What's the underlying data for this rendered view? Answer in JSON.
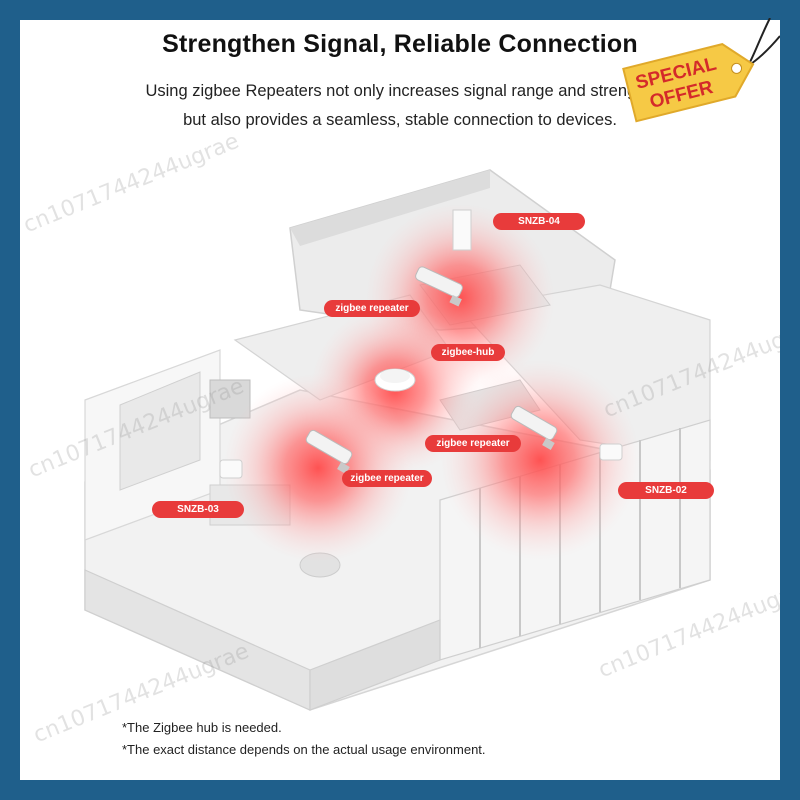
{
  "header": {
    "title": "Strengthen Signal, Reliable Connection",
    "subtitle_line1": "Using zigbee Repeaters not only increases signal range and strength,",
    "subtitle_line2": "but also provides a seamless, stable connection to devices."
  },
  "device_labels": {
    "snzb04": "SNZB-04",
    "repeater_top": "zigbee repeater",
    "hub": "zigbee-hub",
    "repeater_right": "zigbee repeater",
    "repeater_left": "zigbee repeater",
    "snzb03": "SNZB-03",
    "snzb02": "SNZB-02"
  },
  "notes": {
    "line1": "*The Zigbee hub is needed.",
    "line2": "*The exact distance depends on the actual usage environment."
  },
  "badge": {
    "line1": "SPECIAL",
    "line2": "OFFER"
  },
  "watermark": "cn1071744244ugrae",
  "colors": {
    "border": "#1f5f8b",
    "accent_red": "#e83b3b",
    "badge_yellow": "#f6c945",
    "badge_text": "#d42a2a"
  }
}
